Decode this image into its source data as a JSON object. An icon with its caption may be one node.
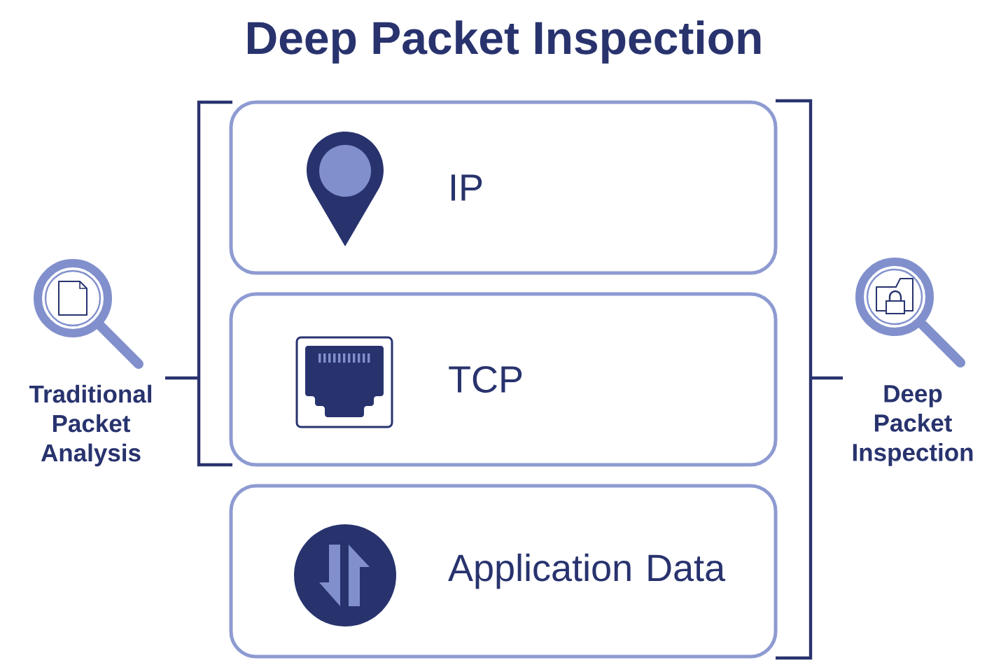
{
  "diagram": {
    "title": "Deep Packet Inspection",
    "nodes": [
      {
        "text": [
          "IP"
        ]
      },
      {
        "text": [
          "TCP"
        ]
      },
      {
        "text": [
          "Application Data"
        ]
      }
    ],
    "labels": [
      "Traditional Packet Analysis",
      "Deep Packet Inspection"
    ]
  }
}
